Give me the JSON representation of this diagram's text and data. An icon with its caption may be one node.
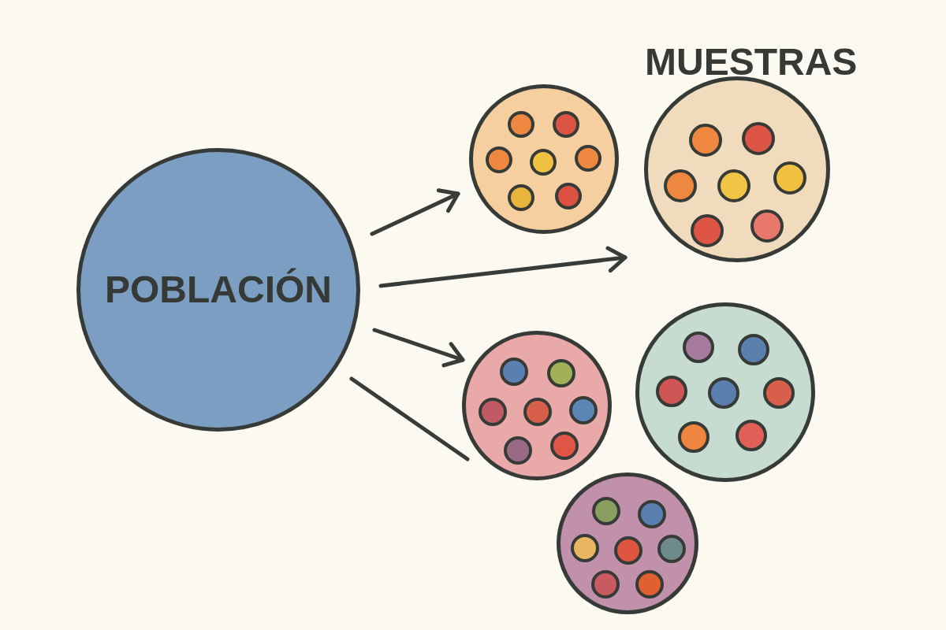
{
  "diagram": {
    "title": "MUESTRAS",
    "nodes": [
      {
        "text": [
          "POBLACIÓN"
        ]
      },
      {
        "text": [],
        "shape": "circle"
      },
      {
        "text": [],
        "shape": "circle"
      },
      {
        "text": [],
        "shape": "circle"
      },
      {
        "text": [],
        "shape": "circle"
      },
      {
        "text": [],
        "shape": "circle"
      }
    ],
    "edges": [
      {
        "from": 0,
        "to": 1,
        "arrow": "to"
      },
      {
        "from": 0,
        "to": 2,
        "arrow": "to"
      },
      {
        "from": 0,
        "to": 3,
        "arrow": "to"
      },
      {
        "from": 0,
        "to": 3,
        "arrow": "none"
      }
    ]
  }
}
